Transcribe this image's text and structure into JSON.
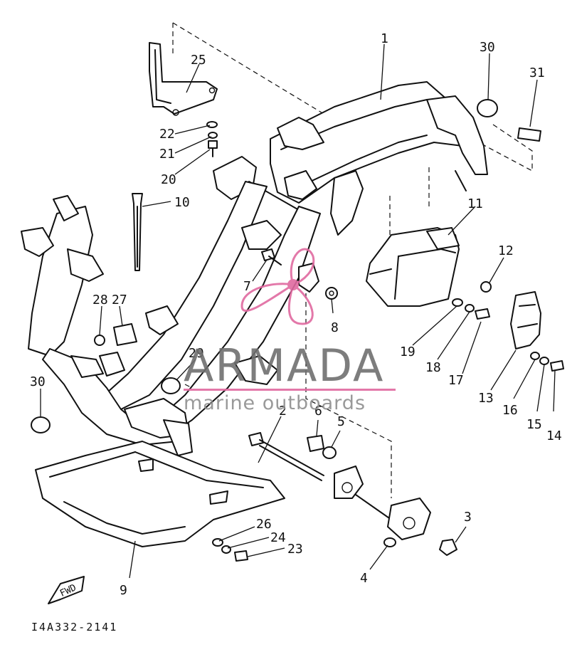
{
  "diagram": {
    "code": "I4A332-2141",
    "fwd_label": "FWD",
    "callouts": [
      {
        "id": "c1",
        "text": "1"
      },
      {
        "id": "c2",
        "text": "2"
      },
      {
        "id": "c3",
        "text": "3"
      },
      {
        "id": "c4",
        "text": "4"
      },
      {
        "id": "c5",
        "text": "5"
      },
      {
        "id": "c6",
        "text": "6"
      },
      {
        "id": "c7",
        "text": "7"
      },
      {
        "id": "c8",
        "text": "8"
      },
      {
        "id": "c9",
        "text": "9"
      },
      {
        "id": "c10",
        "text": "10"
      },
      {
        "id": "c11",
        "text": "11"
      },
      {
        "id": "c12",
        "text": "12"
      },
      {
        "id": "c13",
        "text": "13"
      },
      {
        "id": "c14",
        "text": "14"
      },
      {
        "id": "c15",
        "text": "15"
      },
      {
        "id": "c16",
        "text": "16"
      },
      {
        "id": "c17",
        "text": "17"
      },
      {
        "id": "c18",
        "text": "18"
      },
      {
        "id": "c19",
        "text": "19"
      },
      {
        "id": "c20",
        "text": "20"
      },
      {
        "id": "c21",
        "text": "21"
      },
      {
        "id": "c22",
        "text": "22"
      },
      {
        "id": "c23",
        "text": "23"
      },
      {
        "id": "c24",
        "text": "24"
      },
      {
        "id": "c25",
        "text": "25"
      },
      {
        "id": "c26",
        "text": "26"
      },
      {
        "id": "c27",
        "text": "27"
      },
      {
        "id": "c28",
        "text": "28"
      },
      {
        "id": "c29",
        "text": "29"
      },
      {
        "id": "c30a",
        "text": "30"
      },
      {
        "id": "c30b",
        "text": "30"
      },
      {
        "id": "c31",
        "text": "31"
      }
    ]
  },
  "watermark": {
    "brand": "ARMADA",
    "tagline": "marine outboards",
    "color": "#e06aa0"
  }
}
